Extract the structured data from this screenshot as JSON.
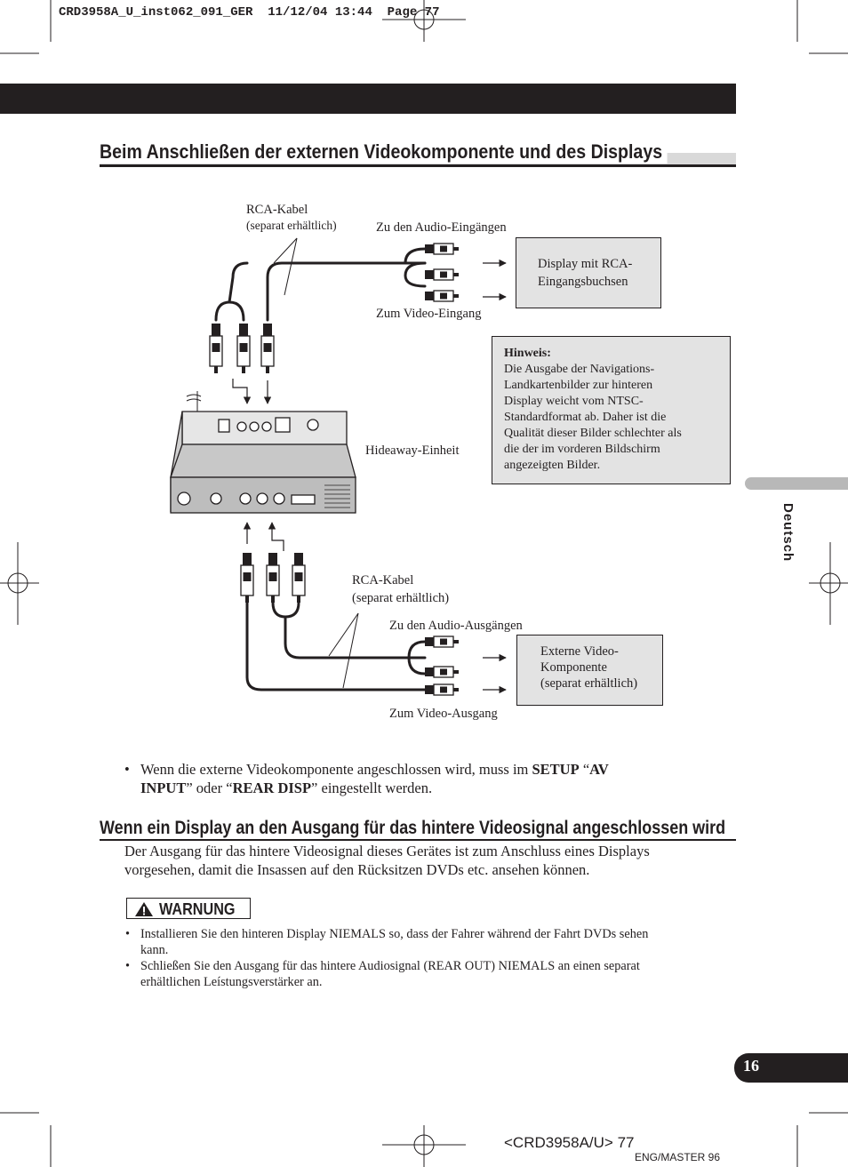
{
  "print_header": "CRD3958A_U_inst062_091_GER  11/12/04 13:44  Page 77",
  "section_title": "Beim Anschließen der externen Videokomponente und des Displays",
  "diagram": {
    "rca_cable_top": [
      "RCA-Kabel",
      "(separat erhältlich)"
    ],
    "to_audio_inputs": "Zu den Audio-Eingängen",
    "display_box": [
      "Display mit RCA-",
      "Eingangsbuchsen"
    ],
    "to_video_input": "Zum Video-Eingang",
    "hideaway_unit": "Hideaway-Einheit",
    "rca_cable_bottom": [
      "RCA-Kabel",
      "(separat erhältlich)"
    ],
    "to_audio_outputs": "Zu den Audio-Ausgängen",
    "external_box": [
      "Externe Video-",
      "Komponente",
      "(separat erhältlich)"
    ],
    "to_video_output": "Zum Video-Ausgang"
  },
  "note": {
    "title": "Hinweis:",
    "lines": [
      "Die Ausgabe der Navigations-",
      "Landkartenbilder zur hinteren",
      "Display weicht vom NTSC-",
      "Standardformat ab. Daher ist die",
      "Qualität dieser Bilder schlechter als",
      "die der im vorderen Bildschirm",
      "angezeigten Bilder."
    ]
  },
  "bullet1": {
    "a": "Wenn die externe Videokomponente angeschlossen wird, muss im ",
    "b": "SETUP",
    "c": " “",
    "d": "AV",
    "e": "INPUT",
    "f": "” oder “",
    "g": "REAR DISP",
    "h": "” eingestellt werden."
  },
  "section2_title": "Wenn ein Display an den Ausgang für das hintere Videosignal angeschlossen wird",
  "section2_body": [
    "Der Ausgang für das hintere Videosignal dieses Gerätes ist zum Anschluss eines Displays",
    "vorgesehen, damit die Insassen auf den Rücksitzen DVDs etc. ansehen können."
  ],
  "warning_label": "WARNUNG",
  "warnings": [
    [
      "Installieren Sie den hinteren Display NIEMALS so, dass der Fahrer während der Fahrt DVDs sehen",
      "kann."
    ],
    [
      "Schließen Sie den Ausgang für das hintere Audiosignal (REAR OUT) NIEMALS an einen separat",
      "erhältlichen Leístungsverstärker an."
    ]
  ],
  "side_tab": "Deutsch",
  "page_number": "16",
  "footer_code": "<CRD3958A/U> 77",
  "footer_master": "ENG/MASTER 96"
}
